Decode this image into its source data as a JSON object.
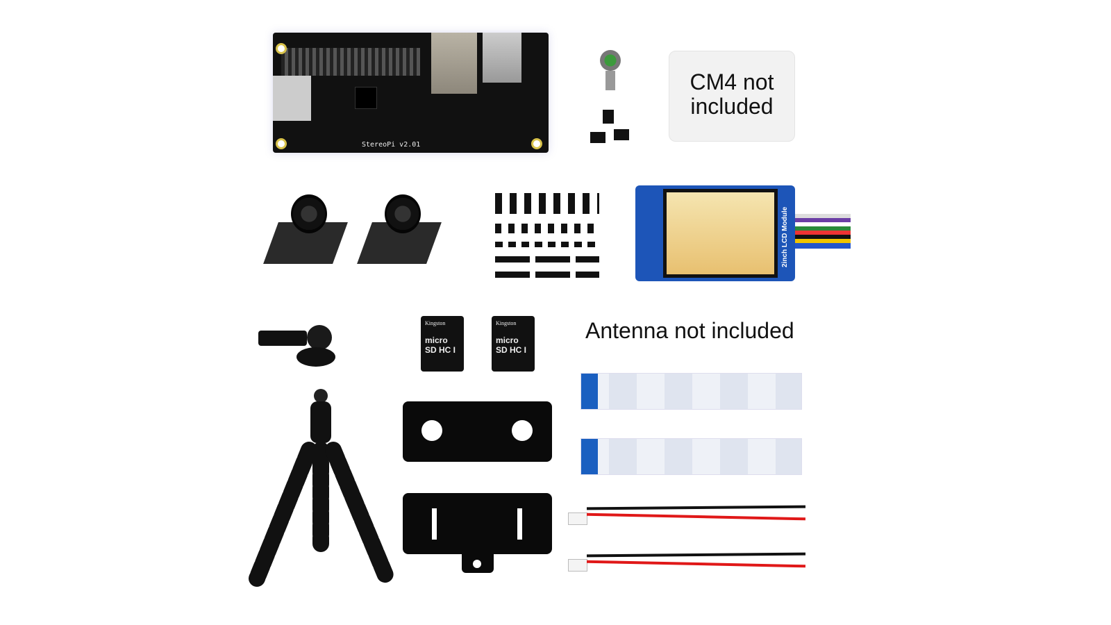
{
  "board": {
    "silkscreen": "StereoPi v2.01"
  },
  "cm4_note": {
    "line1": "CM4 not",
    "line2": "included"
  },
  "lcd": {
    "label": "2inch LCD Module"
  },
  "sd_cards": [
    {
      "brand": "Kingston",
      "logo": "micro SD HC I"
    },
    {
      "brand": "Kingston",
      "logo": "micro SD HC I"
    }
  ],
  "antenna_note": "Antenna not included",
  "colors": {
    "lcd_pcb": "#1d55b8",
    "ribbon_stiffener": "#1a5fc0",
    "wire_red": "#e01818",
    "wire_black": "#111111"
  }
}
